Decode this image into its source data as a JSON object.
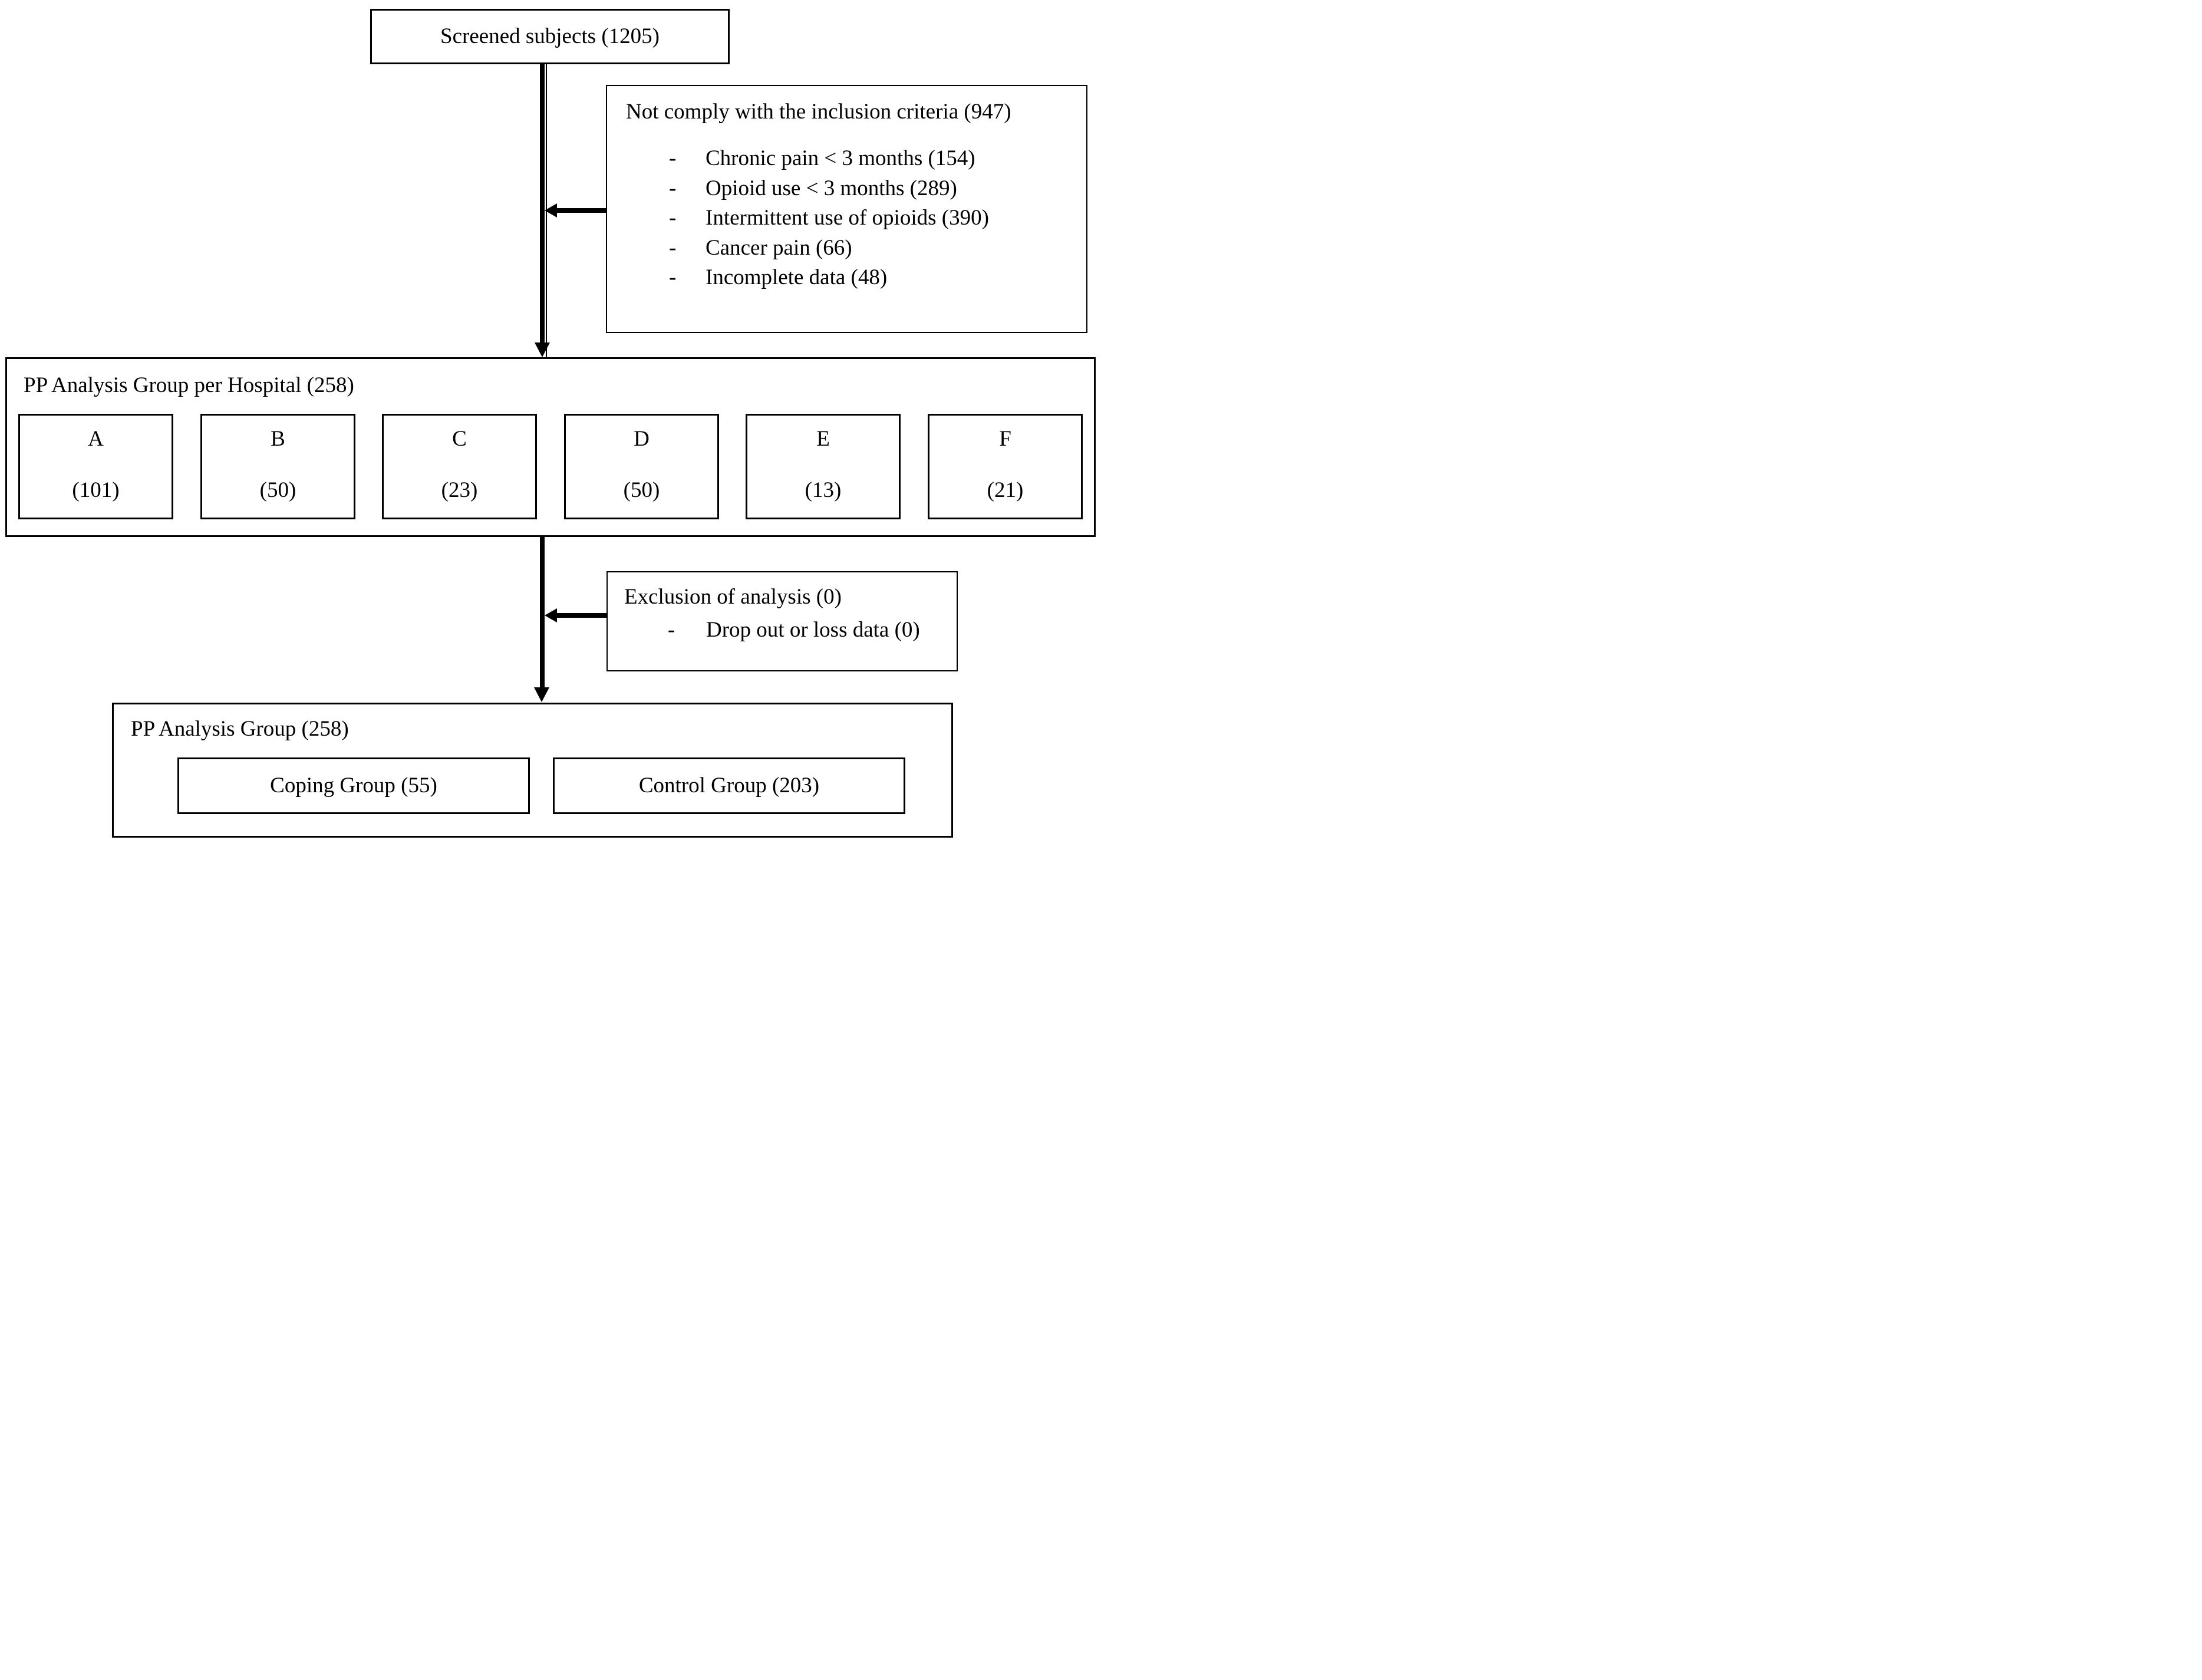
{
  "diagram": {
    "screened": {
      "label": "Screened subjects (1205)"
    },
    "not_comply": {
      "title": "Not comply with the inclusion criteria (947)",
      "bullet": "-",
      "items": [
        "Chronic pain < 3 months (154)",
        "Opioid use < 3 months (289)",
        "Intermittent use of opioids (390)",
        "Cancer pain (66)",
        "Incomplete data (48)"
      ]
    },
    "hospital_group": {
      "title": "PP Analysis Group per Hospital (258)",
      "hospitals": [
        {
          "label": "A",
          "count": "(101)"
        },
        {
          "label": "B",
          "count": "(50)"
        },
        {
          "label": "C",
          "count": "(23)"
        },
        {
          "label": "D",
          "count": "(50)"
        },
        {
          "label": "E",
          "count": "(13)"
        },
        {
          "label": "F",
          "count": "(21)"
        }
      ]
    },
    "exclusion": {
      "title": "Exclusion of analysis (0)",
      "bullet": "-",
      "items": [
        "Drop out or loss data (0)"
      ]
    },
    "pp_group": {
      "title": "PP Analysis Group (258)",
      "groups": [
        {
          "label": "Coping Group (55)"
        },
        {
          "label": "Control Group (203)"
        }
      ]
    }
  },
  "colors": {
    "line": "#000000",
    "background": "#ffffff",
    "text": "#000000"
  }
}
